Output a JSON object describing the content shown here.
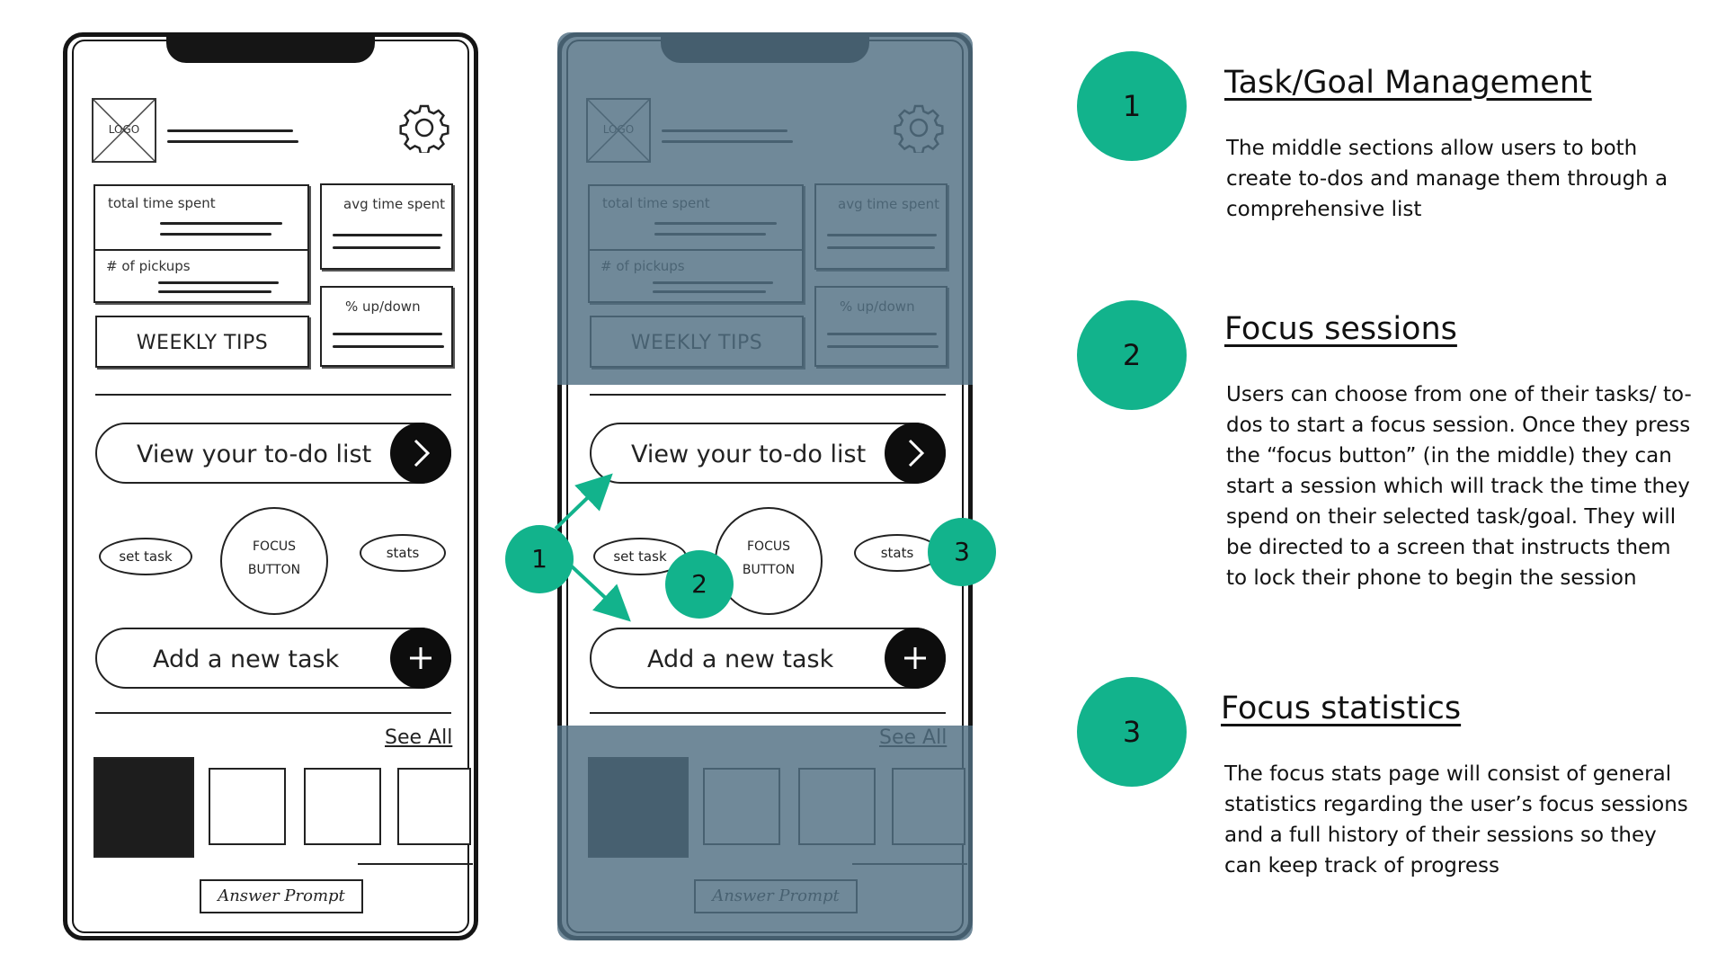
{
  "phone": {
    "logo": "LOGO",
    "total_time": "total time spent",
    "avg_time": "avg time spent",
    "pickups": "# of pickups",
    "up_down": "% up/down",
    "weekly_tips": "WEEKLY TIPS",
    "todo_list": "View your to-do list",
    "set_task": "set task",
    "focus_1": "FOCUS",
    "focus_2": "BUTTON",
    "stats": "stats",
    "add_task": "Add a new task",
    "see_all": "See All",
    "answer_prompt": "Answer Prompt"
  },
  "callouts": {
    "one": "1",
    "two": "2",
    "three": "3"
  },
  "colors": {
    "accent": "#12b38c",
    "overlay": "#506f82",
    "ink": "#151515"
  },
  "sections": [
    {
      "number": "1",
      "title": "Task/Goal Management",
      "body": "The middle sections allow users to both create to-dos and manage them through a comprehensive list"
    },
    {
      "number": "2",
      "title": "Focus sessions",
      "body": "Users can choose from one of their tasks/ to-dos to start a focus session. Once they press the “focus button” (in the middle) they can start a session which will track the time they spend on their selected task/goal. They will be directed to a screen that instructs them to lock their phone to begin the session"
    },
    {
      "number": "3",
      "title": "Focus statistics",
      "body": "The focus stats page will consist of general statistics regarding the user’s focus sessions and a full history of their sessions so they can keep track of progress"
    }
  ]
}
